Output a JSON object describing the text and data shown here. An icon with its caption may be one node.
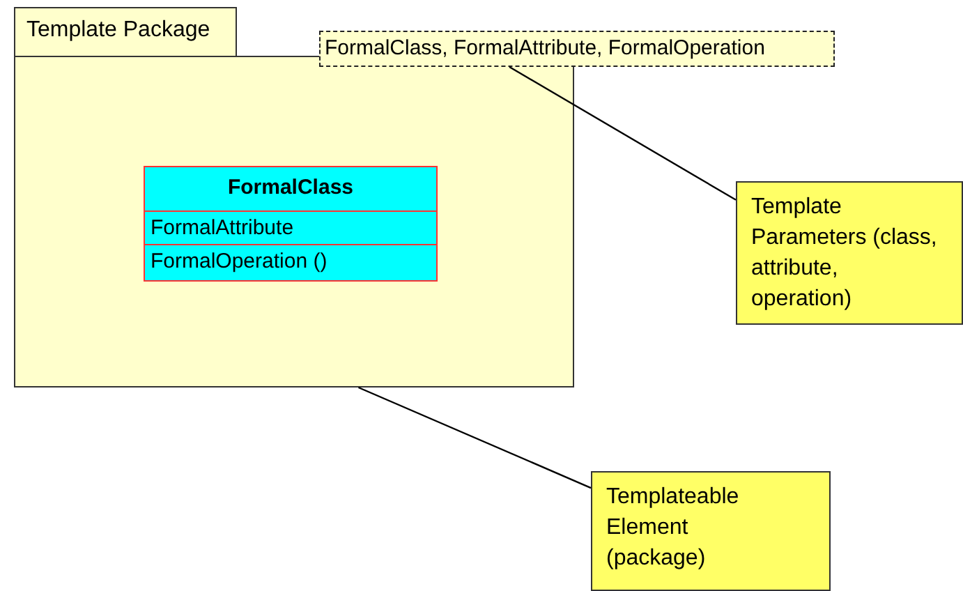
{
  "diagram": {
    "nodes": [
      {
        "text": [
          "Template Package"
        ]
      },
      {
        "text": [
          "FormalClass",
          "FormalAttribute",
          "FormalOperation ()"
        ],
        "in": 0
      },
      {
        "text": [
          "FormalClass, FormalAttribute, FormalOperation"
        ]
      },
      {
        "text": [
          "Template Parameters (class, attribute, operation)"
        ]
      },
      {
        "text": [
          "Templateable Element (package)"
        ]
      }
    ],
    "edges": [
      {
        "from": 3,
        "to": 2,
        "arrow": "none"
      },
      {
        "from": 4,
        "to": 0,
        "arrow": "none"
      }
    ]
  }
}
